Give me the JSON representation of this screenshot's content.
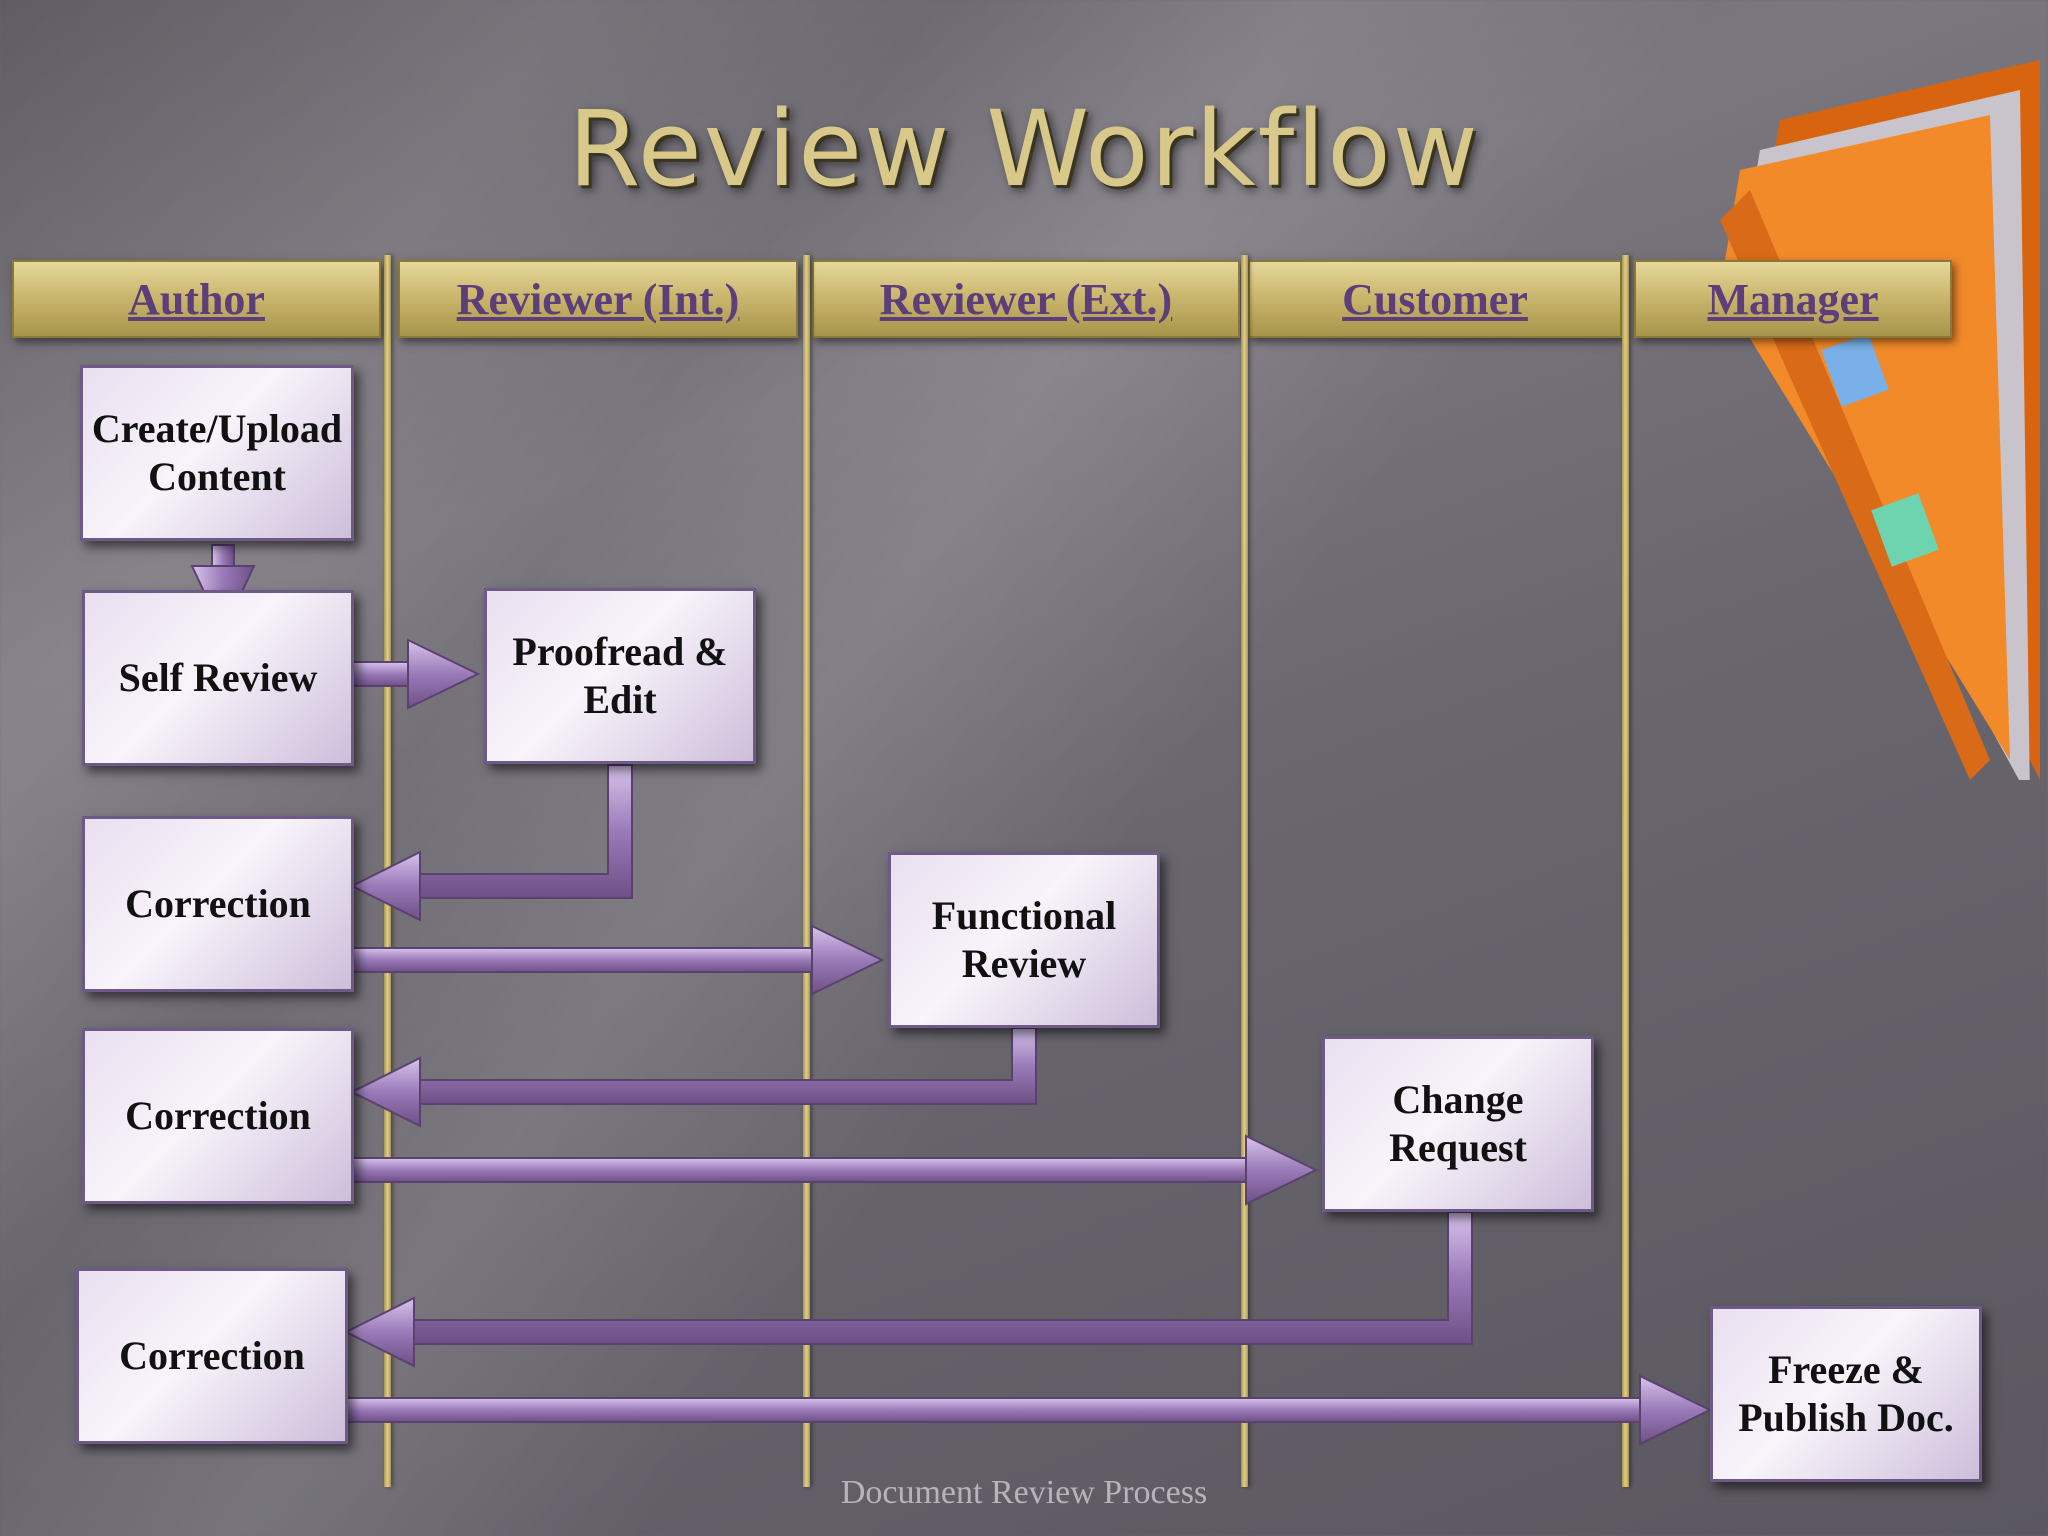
{
  "title": "Review Workflow",
  "footer": "Document Review Process",
  "lanes": [
    "Author",
    "Reviewer (Int.)",
    "Reviewer (Ext.)",
    "Customer",
    "Manager"
  ],
  "steps": {
    "create": "Create/Upload Content",
    "self_review": "Self  Review",
    "proofread": "Proofread & Edit",
    "correction_1": "Correction",
    "functional_review": "Functional Review",
    "correction_2": "Correction",
    "change_request": "Change Request",
    "correction_3": "Correction",
    "freeze_publish": "Freeze & Publish Doc."
  },
  "colors": {
    "box_border": "#6e5a86",
    "arrow": "#9a7ab8",
    "lane_header": "#c8b46a",
    "lane_text": "#5b3e7a",
    "title": "#d8c98a",
    "folder": "#f07a20"
  },
  "icons": [
    "folder-icon"
  ]
}
